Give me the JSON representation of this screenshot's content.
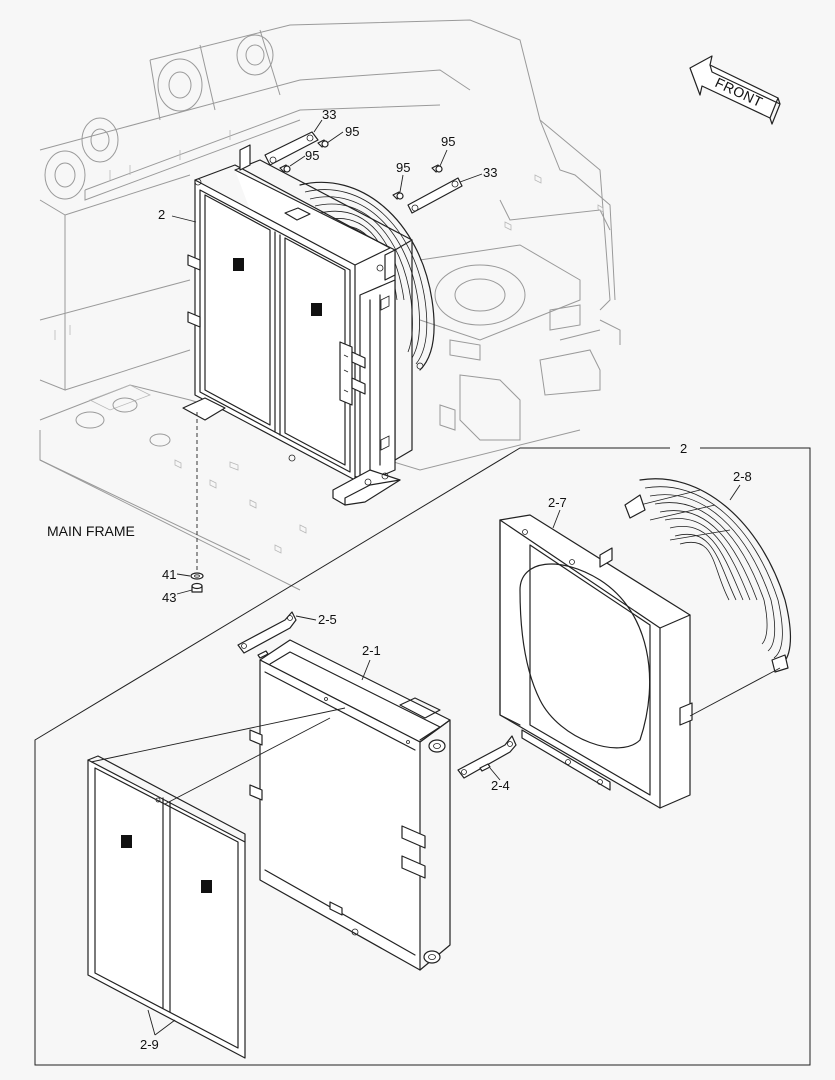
{
  "labels": {
    "front": "FRONT",
    "main_frame": "MAIN FRAME",
    "radiator_assy_top": "2",
    "radiator_assy_box": "2",
    "bracket_33_a": "33",
    "bracket_33_b": "33",
    "bolt_95_a": "95",
    "bolt_95_b": "95",
    "bolt_95_c": "95",
    "bolt_95_d": "95",
    "washer_41": "41",
    "bolt_43": "43",
    "core_2_1": "2-1",
    "bracket_2_4": "2-4",
    "bracket_2_5": "2-5",
    "shroud_2_7": "2-7",
    "guard_2_8": "2-8",
    "screen_2_9": "2-9"
  }
}
